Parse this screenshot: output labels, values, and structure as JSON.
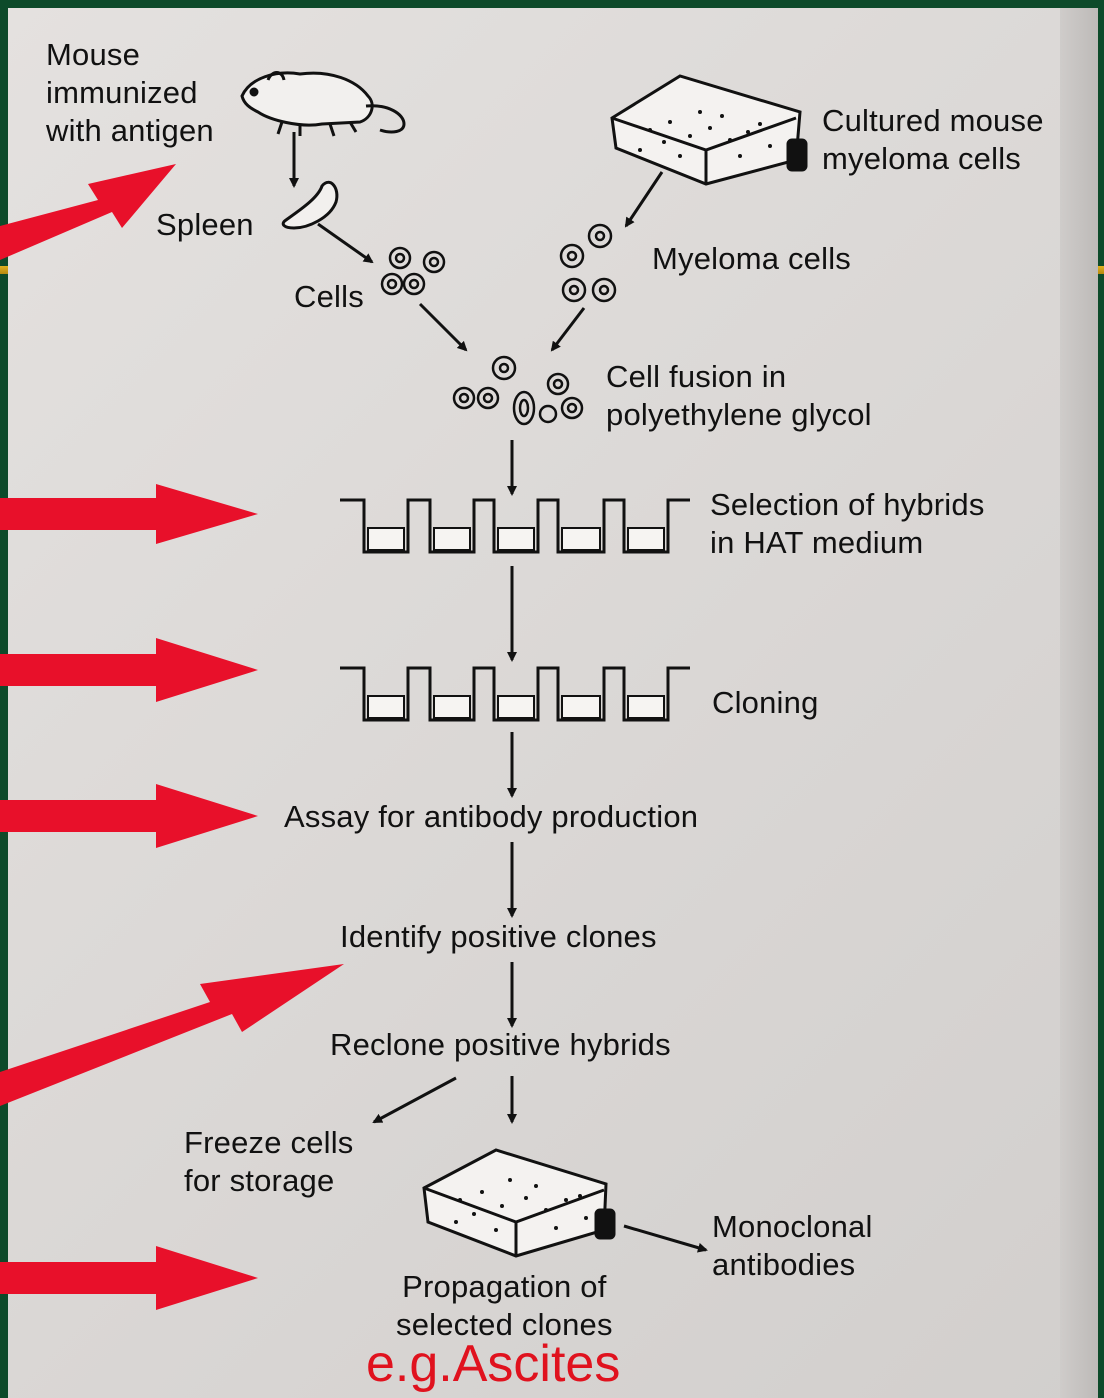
{
  "labels": {
    "mouse": "Mouse\nimmunized\nwith antigen",
    "culture": "Cultured mouse\nmyeloma cells",
    "spleen": "Spleen",
    "cells": "Cells",
    "myeloma": "Myeloma cells",
    "fusion": "Cell fusion in\npolyethylene glycol",
    "selection": "Selection of hybrids\nin HAT medium",
    "cloning": "Cloning",
    "assay": "Assay for antibody production",
    "identify": "Identify positive clones",
    "reclone": "Reclone positive hybrids",
    "freeze": "Freeze cells\nfor storage",
    "monoclonal": "Monoclonal\nantibodies",
    "propagation": "Propagation of\nselected clones"
  },
  "annotation": "e.g.Ascites",
  "colors": {
    "background": "#0d4a2a",
    "accent_bar": "#d9a81a",
    "page": "#dddad8",
    "ink": "#111111",
    "highlight_arrow": "#e8102a"
  },
  "icons": [
    "mouse-icon",
    "culture-flask-icon",
    "spleen-icon",
    "cells-icon",
    "well-plate-icon",
    "red-pointer-arrow"
  ]
}
